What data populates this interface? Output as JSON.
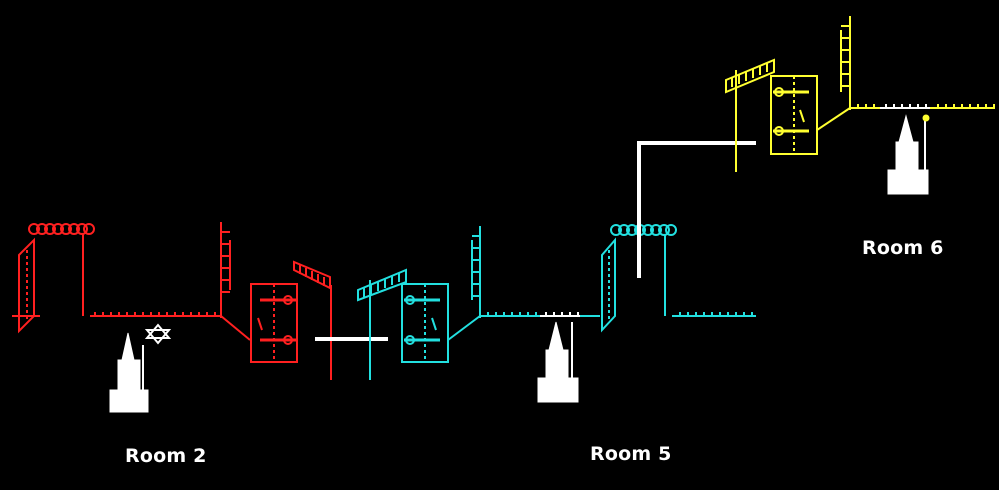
{
  "rooms": [
    {
      "label": "Room 2",
      "color": "#ff2020"
    },
    {
      "label": "Room 5",
      "color": "#22e0e0"
    },
    {
      "label": "Room 6",
      "color": "#ffff30"
    }
  ],
  "connector_color": "#ffffff",
  "background": "#000000",
  "icons": [
    "wizard-icon",
    "star-of-david-flag-icon",
    "door-icon",
    "window-icon"
  ]
}
